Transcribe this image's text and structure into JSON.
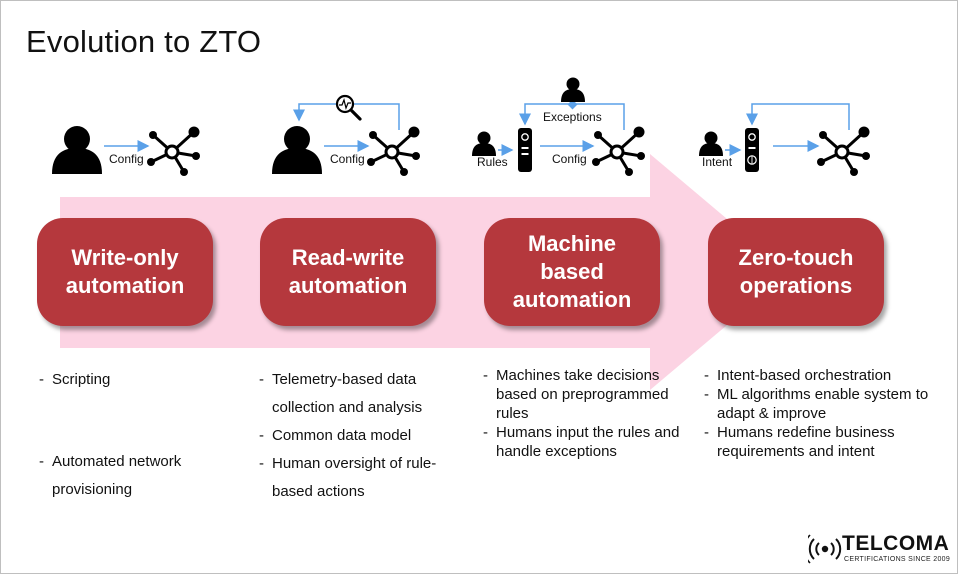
{
  "title": "Evolution to ZTO",
  "stages": [
    {
      "lines": [
        "Write-only",
        "automation"
      ]
    },
    {
      "lines": [
        "Read-write",
        "automation"
      ]
    },
    {
      "lines": [
        "Machine",
        "based",
        "automation"
      ]
    },
    {
      "lines": [
        "Zero-touch",
        "operations"
      ]
    }
  ],
  "labels": {
    "config": "Config",
    "rules": "Rules",
    "exceptions": "Exceptions",
    "intent": "Intent"
  },
  "bullets": [
    [
      "Scripting",
      "Automated network provisioning"
    ],
    [
      "Telemetry-based data collection and analysis",
      "Common data model",
      "Human oversight of rule-based actions"
    ],
    [
      "Machines take decisions based on preprogrammed rules",
      "Humans input the rules and handle exceptions"
    ],
    [
      "Intent-based orchestration",
      "ML algorithms enable system to adapt & improve",
      "Humans redefine business requirements and intent"
    ]
  ],
  "logo": {
    "name": "TELCOMA",
    "tagline": "CERTIFICATIONS SINCE 2009"
  },
  "colors": {
    "stage": "#b5383d",
    "arrow": "#fcd3e3",
    "connector": "#5aa0e8"
  },
  "icons": [
    "user-icon",
    "network-icon",
    "magnifier-icon",
    "remote-icon",
    "brain-icon",
    "signal-icon"
  ]
}
